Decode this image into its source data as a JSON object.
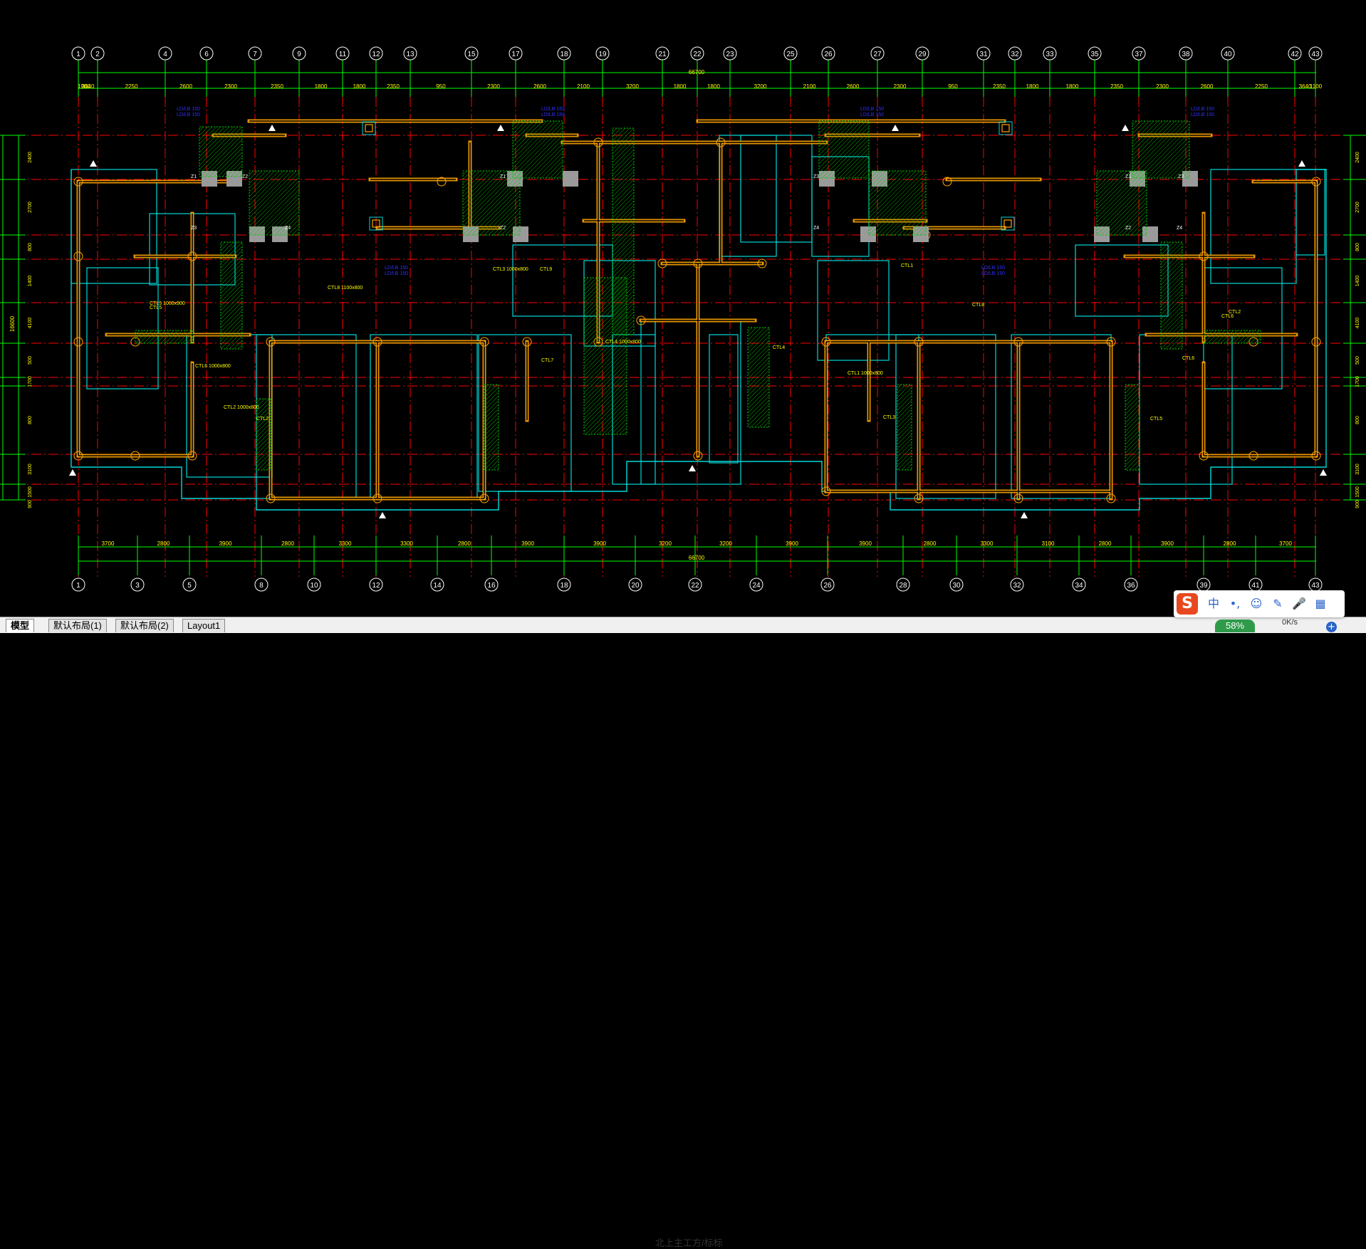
{
  "drawing": {
    "top_axis_labels": [
      "1",
      "2",
      "4",
      "6",
      "7",
      "9",
      "11",
      "12",
      "13",
      "15",
      "17",
      "18",
      "19",
      "21",
      "22",
      "23",
      "25",
      "26",
      "27",
      "29",
      "31",
      "32",
      "33",
      "35",
      "37",
      "38",
      "40",
      "42",
      "43"
    ],
    "bottom_axis_labels": [
      "1",
      "3",
      "5",
      "8",
      "10",
      "12",
      "14",
      "16",
      "18",
      "20",
      "22",
      "24",
      "26",
      "28",
      "30",
      "32",
      "34",
      "36",
      "39",
      "41",
      "43"
    ],
    "total_dimension_top": "66700",
    "total_dimension_bottom": "66700",
    "top_dimensions": [
      "1900",
      "3640",
      "2250",
      "2600",
      "2300",
      "2350",
      "1800",
      "1800",
      "2350",
      "950",
      "2300",
      "2600",
      "2100",
      "3200",
      "1800",
      "1800",
      "3200",
      "2100",
      "2600",
      "2300",
      "950",
      "2350",
      "1800",
      "1800",
      "2350",
      "2300",
      "2600",
      "2250",
      "3640",
      "1100"
    ],
    "bottom_dimensions": [
      "3700",
      "2800",
      "3900",
      "2800",
      "3300",
      "3300",
      "2800",
      "3900",
      "3900",
      "3200",
      "3200",
      "3900",
      "3900",
      "2800",
      "3300",
      "3100",
      "2800",
      "3900",
      "2800",
      "3700"
    ],
    "left_dimensions": [
      "2400",
      "2700",
      "800",
      "1400",
      "4100",
      "500",
      "1700",
      "800",
      "3100",
      "1500",
      "900"
    ],
    "left_total": "16600",
    "right_dimensions": [
      "2400",
      "2700",
      "800",
      "1400",
      "4100",
      "500",
      "1700",
      "800",
      "3100",
      "1500",
      "900"
    ],
    "beam_labels": [
      "CTL5",
      "CTL2",
      "CTL6",
      "CTL7",
      "CTL3",
      "CTL4",
      "CTL8",
      "CTL9",
      "CTL1",
      "CTL2",
      "CTL5",
      "CTL6"
    ],
    "beam_annotations": [
      "CTL5 1000x900",
      "CTL6 1000x800",
      "CTL2 1000x800",
      "CTL3 1000x800",
      "CTL8 1100x800",
      "CTL4 1000x800",
      "CTL1 1000x800"
    ],
    "blue_labels": [
      "LD/LB 150",
      "LD/LB 150",
      "LD/LB 150",
      "LD/LB 150",
      "LD/LB 150",
      "LD/LB 150"
    ],
    "column_tags": [
      "Z1",
      "Z2",
      "Z3",
      "Z4"
    ]
  },
  "tabs": [
    {
      "label": "模型",
      "active": true
    },
    {
      "label": "默认布局(1)",
      "active": false
    },
    {
      "label": "默认布局(2)",
      "active": false
    },
    {
      "label": "Layout1",
      "active": false
    }
  ],
  "footer_title": "北上主工方/标标",
  "ime": {
    "logo": "S",
    "lang": "中",
    "punct": "•,",
    "emoji": "☺",
    "pen": "✎",
    "mic": "🎤",
    "grid": "▦"
  },
  "net": {
    "percent": "58%",
    "rate": "0K/s",
    "plus": "+"
  },
  "colors": {
    "axis": "#00ff00",
    "gridline": "#ff0000",
    "wall": "#ffa500",
    "outline": "#00d8d8",
    "annotation": "#ffff00",
    "blue_label": "#3030ff",
    "hatch": "#00c800"
  }
}
